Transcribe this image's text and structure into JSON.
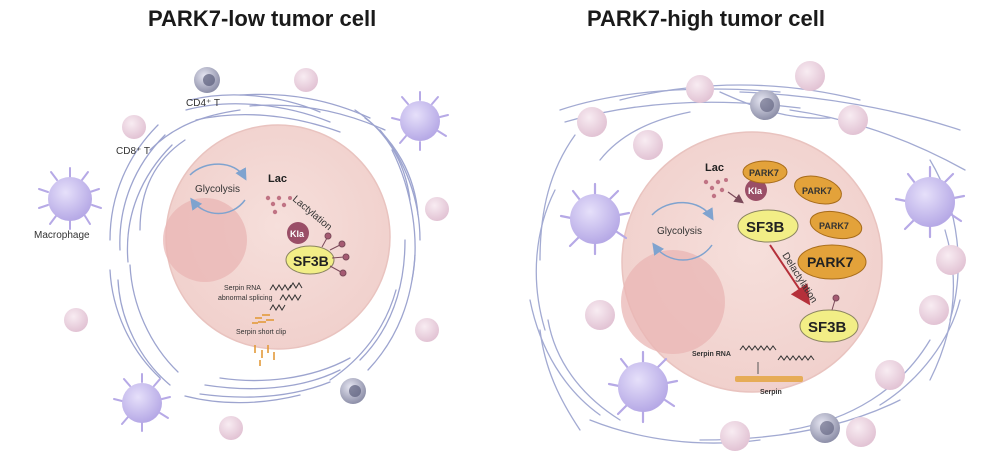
{
  "left_panel": {
    "title": "PARK7-low tumor cell",
    "labels": {
      "cd4": "CD4⁺ T",
      "cd8": "CD8⁺ T",
      "macrophage": "Macrophage",
      "glycolysis": "Glycolysis",
      "lac": "Lac",
      "lactylation": "Lactylation",
      "kla": "Kla",
      "sf3b": "SF3B",
      "serpin_rna": "Serpin RNA",
      "abnormal_splicing": "abnormal splicing",
      "serpin_short_clip": "Serpin short clip"
    }
  },
  "right_panel": {
    "title": "PARK7-high tumor cell",
    "labels": {
      "lac": "Lac",
      "kla": "Kla",
      "glycolysis": "Glycolysis",
      "sf3b_top": "SF3B",
      "park7_1": "PARK7",
      "park7_2": "PARK7",
      "park7_3": "PARK7",
      "park7_4": "PARK7",
      "delactylation": "Delactylation",
      "sf3b_bottom": "SF3B",
      "serpin_rna": "Serpin RNA",
      "serpin": "Serpin"
    }
  },
  "colors": {
    "tumor_cell": "#f3d6d3",
    "nucleus": "#eab6b4",
    "sf3b": "#f2ee86",
    "park7": "#e3a23a",
    "kla": "#9a4e67",
    "macrophage": "#cdc3ef",
    "t_cell": "#eedbe7",
    "fiber": "#8c95c7",
    "arrow_red": "#b5303a"
  }
}
